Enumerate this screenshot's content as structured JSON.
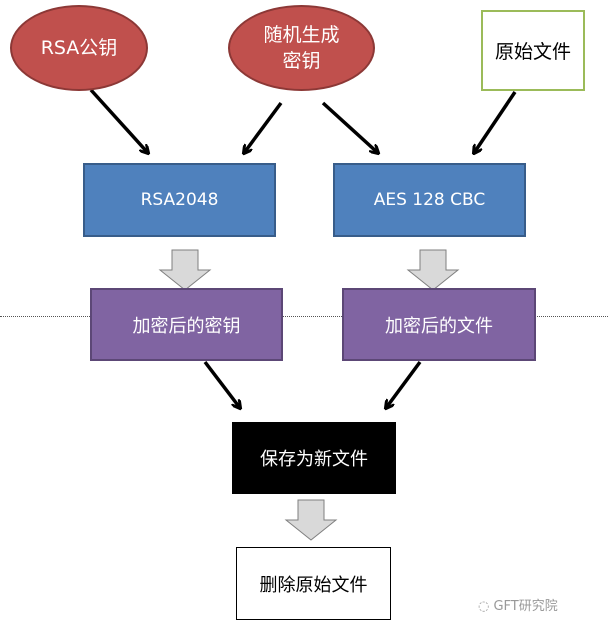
{
  "nodes": {
    "rsa_public_key": "RSA公钥",
    "random_key_line1": "随机生成",
    "random_key_line2": "密钥",
    "original_file": "原始文件",
    "rsa2048": "RSA2048",
    "aes": "AES 128 CBC",
    "encrypted_key": "加密后的密钥",
    "encrypted_file": "加密后的文件",
    "save_new_file": "保存为新文件",
    "delete_original": "删除原始文件"
  },
  "watermark": "GFT研究院",
  "colors": {
    "ellipse": "#c0504d",
    "blue": "#4f81bd",
    "purple": "#8064a2",
    "black": "#000000",
    "green_border": "#9bbb59"
  }
}
